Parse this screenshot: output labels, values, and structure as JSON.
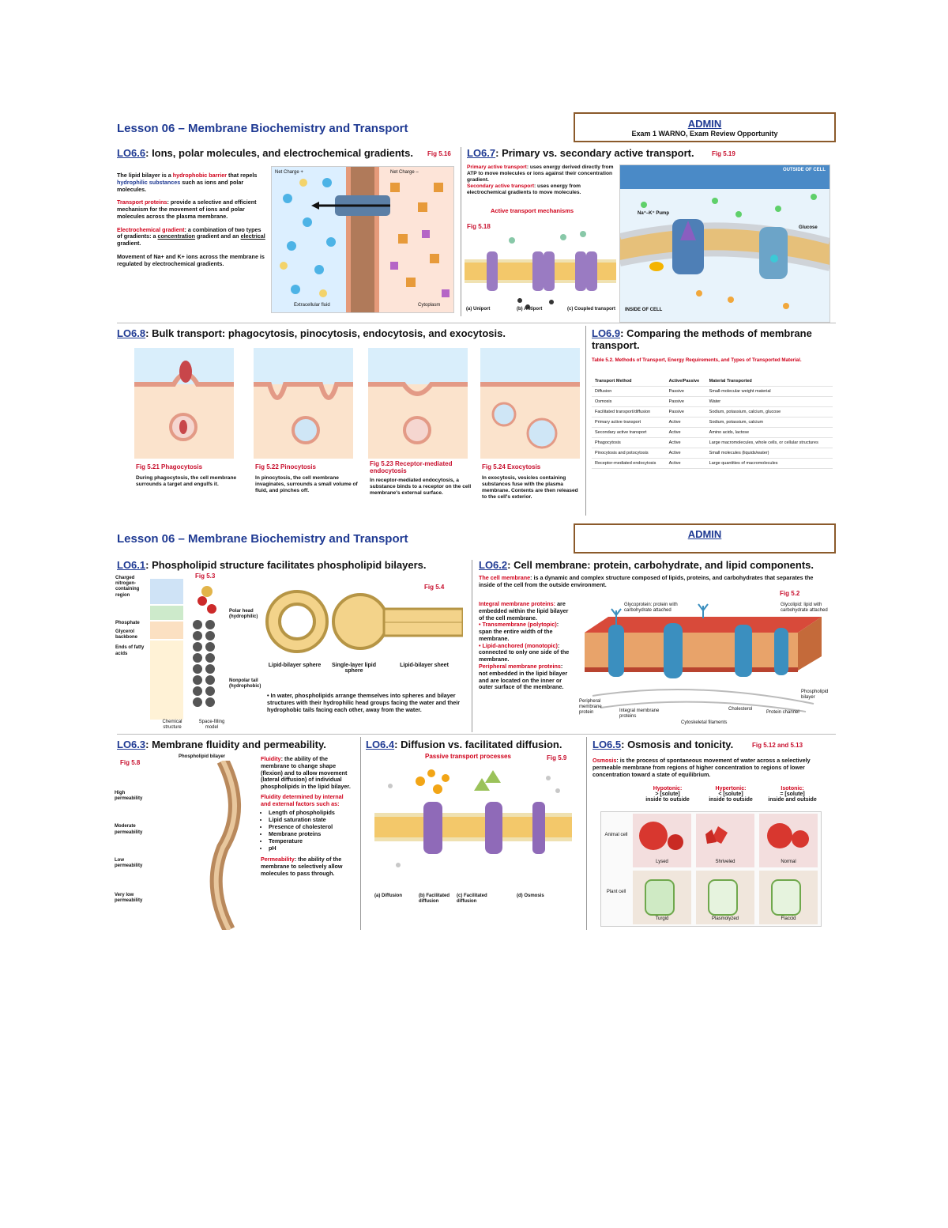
{
  "top": {
    "lesson_title": "Lesson 06 – Membrane Biochemistry and Transport",
    "admin": {
      "title": "ADMIN",
      "subtitle": "Exam 1 WARNO, Exam Review Opportunity"
    },
    "lo66": {
      "code": "LO6.6",
      "title": ": Ions, polar molecules, and electrochemical gradients.",
      "fig": "Fig 5.16",
      "p1_a": "The lipid bilayer is a ",
      "p1_red": "hydrophobic barrier",
      "p1_b": " that repels ",
      "p1_blue": "hydrophilic substances",
      "p1_c": " such as ions and polar molecules.",
      "p2_red": "Transport proteins",
      "p2": ": provide a selective and efficient mechanism for the movement of ions and polar molecules across the plasma membrane.",
      "p3_red": "Electrochemical gradient",
      "p3_a": ": a combination of two types of gradients: a ",
      "p3_u1": "concentration",
      "p3_b": " gradient and an ",
      "p3_u2": "electrical",
      "p3_c": " gradient.",
      "p4": "Movement of Na+ and K+ ions across the membrane is regulated by electrochemical gradients.",
      "img_left_label": "Net Charge +",
      "img_right_label": "Net Charge –",
      "img_bottom_left": "Extracellular fluid",
      "img_bottom_right": "Cytoplasm"
    },
    "lo67": {
      "code": "LO6.7",
      "title": ": Primary vs. secondary active transport.",
      "fig": "Fig 5.19",
      "p1_red": "Primary active transport",
      "p1": ": uses energy derived directly from ATP to move molecules or ions against their concentration gradient.",
      "p2_red": "Secondary active transport",
      "p2": ": uses energy from electrochemical gradients to move molecules.",
      "mech_title": "Active transport mechanisms",
      "fig518": "Fig 5.18",
      "uniport": "(a) Uniport",
      "antiport": "(b) Antiport",
      "coupled": "(c) Coupled transport",
      "outside": "OUTSIDE OF CELL",
      "inside": "INSIDE OF CELL",
      "pump": "Na⁺–K⁺ Pump",
      "glucose": "Glucose"
    },
    "lo68": {
      "code": "LO6.8",
      "title": ": Bulk transport: phagocytosis, pinocytosis, endocytosis, and exocytosis.",
      "panels": [
        {
          "fig": "Fig 5.21 Phagocytosis",
          "text": "During phagocytosis, the cell membrane surrounds a target and engulfs it."
        },
        {
          "fig": "Fig 5.22 Pinocytosis",
          "text": "In pinocytosis, the cell membrane invaginates, surrounds a small volume of fluid, and pinches off."
        },
        {
          "fig": "Fig 5.23 Receptor-mediated endocytosis",
          "text": "In receptor-mediated endocytosis, a substance binds to a receptor on the cell membrane's external surface."
        },
        {
          "fig": "Fig 5.24 Exocytosis",
          "text": "In exocytosis, vesicles containing substances fuse with the plasma membrane. Contents are then released to the cell's exterior."
        }
      ]
    },
    "lo69": {
      "code": "LO6.9",
      "title": ": Comparing the methods of membrane transport.",
      "table_caption": "Table 5.2. Methods of Transport, Energy Requirements, and Types of Transported Material.",
      "headers": [
        "Transport Method",
        "Active/Passive",
        "Material Transported"
      ],
      "rows": [
        [
          "Diffusion",
          "Passive",
          "Small-molecular weight material"
        ],
        [
          "Osmosis",
          "Passive",
          "Water"
        ],
        [
          "Facilitated transport/diffusion",
          "Passive",
          "Sodium, potassium, calcium, glucose"
        ],
        [
          "Primary active transport",
          "Active",
          "Sodium, potassium, calcium"
        ],
        [
          "Secondary active transport",
          "Active",
          "Amino acids, lactose"
        ],
        [
          "Phagocytosis",
          "Active",
          "Large macromolecules, whole cells, or cellular structures"
        ],
        [
          "Pinocytosis and potocytosis",
          "Active",
          "Small molecules (liquids/water)"
        ],
        [
          "Receptor-mediated endocytosis",
          "Active",
          "Large quantities of macromolecules"
        ]
      ]
    }
  },
  "bottom": {
    "lesson_title": "Lesson 06 – Membrane Biochemistry and Transport",
    "admin": {
      "title": "ADMIN"
    },
    "lo61": {
      "code": "LO6.1",
      "title": ": Phospholipid structure facilitates phospholipid bilayers.",
      "fig53": "Fig 5.3",
      "fig54": "Fig 5.4",
      "labels_left": [
        "Charged nitrogen-containing region",
        "Phosphate",
        "Glycerol backbone",
        "Ends of fatty acids"
      ],
      "polar_head": "Polar head (hydrophilic)",
      "nonpolar_tail": "Nonpolar tail (hydrophobic)",
      "chem": "Chemical structure",
      "space": "Space-filling model",
      "sphere1": "Lipid-bilayer sphere",
      "sphere2": "Single-layer lipid sphere",
      "sheet": "Lipid-bilayer sheet",
      "note": "• In water, phospholipids arrange themselves into spheres and bilayer structures with their hydrophilic head groups facing the water and their hydrophobic tails facing each other, away from the water."
    },
    "lo62": {
      "code": "LO6.2",
      "title": ": Cell membrane: protein, carbohydrate, and lipid components.",
      "fig": "Fig 5.2",
      "p1_red": "The cell membrane",
      "p1": ": is a dynamic and complex structure composed of lipids, proteins, and carbohydrates that separates the inside of the cell from the outside environment.",
      "p2_red": "Integral membrane proteins:",
      "p2": "are embedded within the lipid bilayer of the cell membrane.",
      "p3_red": "• Transmembrane (polytopic)",
      "p3": ": span the entire width of the membrane.",
      "p4_red": "• Lipid-anchored (monotopic)",
      "p4": ": connected to only one side of the membrane.",
      "p5_red": "Peripheral membrane proteins",
      "p5": ": not embedded in the lipid bilayer and are located on the inner or outer surface of the membrane.",
      "glycoprotein": "Glycoprotein: protein with carbohydrate attached",
      "glycolipid": "Glycolipid: lipid with carbohydrate attached",
      "peripheral": "Peripheral membrane protein",
      "integral": "Integral membrane proteins",
      "cholesterol": "Cholesterol",
      "channel": "Protein channel",
      "phospholipid": "Phospholipid bilayer",
      "cyto": "Cytoskeletal filaments"
    },
    "lo63": {
      "code": "LO6.3",
      "title": ": Membrane fluidity and permeability.",
      "fig": "Fig 5.8",
      "bilayer": "Phospholipid bilayer",
      "perm_labels": [
        "High permeability",
        "Moderate permeability",
        "Low permeability",
        "Very low permeability"
      ],
      "p1_red": "Fluidity",
      "p1": ": the ability of the membrane to change shape (flexion) and to allow movement (lateral diffusion) of individual phospholipids in the lipid bilayer.",
      "p2_red": "Fluidity determined by internal and external factors such as:",
      "factors": [
        "Length of phospholipids",
        "Lipid saturation state",
        "Presence of cholesterol",
        "Membrane proteins",
        "Temperature",
        "pH"
      ],
      "p3_red": "Permeability",
      "p3": ": the ability of the membrane to selectively allow molecules to pass through."
    },
    "lo64": {
      "code": "LO6.4",
      "title": ": Diffusion vs. facilitated diffusion.",
      "subtitle": "Passive transport processes",
      "fig": "Fig 5.9",
      "captions": [
        "(a) Diffusion",
        "(b) Facilitated diffusion",
        "(c) Facilitated diffusion",
        "(d) Osmosis"
      ]
    },
    "lo65": {
      "code": "LO6.5",
      "title": ": Osmosis and tonicity.",
      "fig": "Fig 5.12 and 5.13",
      "p1_red": "Osmosis",
      "p1": ": is the process of spontaneous movement of water across a selectively permeable membrane from regions of higher concentration to regions of lower concentration toward a state of equilibrium.",
      "cols": [
        {
          "name": "Hypotonic:",
          "l1": "> [solute]",
          "l2": "inside to outside"
        },
        {
          "name": "Hypertonic:",
          "l1": "< [solute]",
          "l2": "inside to outside"
        },
        {
          "name": "Isotonic:",
          "l1": "= [solute]",
          "l2": "inside and outside"
        }
      ],
      "animal": "Animal cell",
      "plant": "Plant cell",
      "animal_states": [
        "Lysed",
        "Shriveled",
        "Normal"
      ],
      "plant_states": [
        "Turgid",
        "Plasmolyzed",
        "Flaccid"
      ]
    }
  },
  "colors": {
    "heading_blue": "#1f3a93",
    "accent_red": "#d0021b",
    "admin_border": "#8b5a2b"
  }
}
